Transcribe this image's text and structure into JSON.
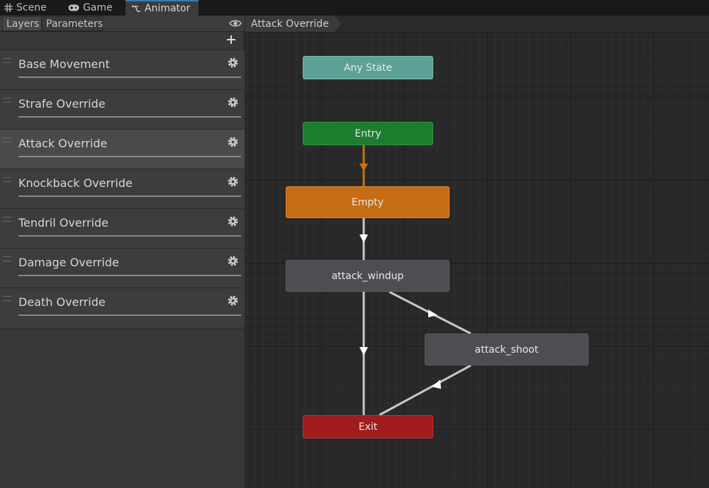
{
  "editor_tabs": [
    {
      "label": "Scene",
      "icon": "grid-icon"
    },
    {
      "label": "Game",
      "icon": "gamepad-icon"
    },
    {
      "label": "Animator",
      "icon": "animator-icon",
      "active": true
    }
  ],
  "left_panel": {
    "tabs": {
      "layers": "Layers",
      "parameters": "Parameters"
    },
    "layers": [
      {
        "name": "Base Movement"
      },
      {
        "name": "Strafe Override"
      },
      {
        "name": "Attack Override",
        "selected": true
      },
      {
        "name": "Knockback Override"
      },
      {
        "name": "Tendril Override"
      },
      {
        "name": "Damage Override"
      },
      {
        "name": "Death Override"
      }
    ]
  },
  "graph": {
    "breadcrumb": "Attack Override",
    "states": {
      "any_state": "Any State",
      "entry": "Entry",
      "empty": "Empty",
      "attack_windup": "attack_windup",
      "attack_shoot": "attack_shoot",
      "exit": "Exit"
    }
  },
  "colors": {
    "accent": "#3a79bb",
    "any_state": "#5e9f96",
    "entry": "#1d7d2f",
    "default_state": "#c66c14",
    "state": "#4d4e52",
    "exit": "#a11c1c",
    "default_transition": "#c67410",
    "transition": "#c8c8c8"
  }
}
